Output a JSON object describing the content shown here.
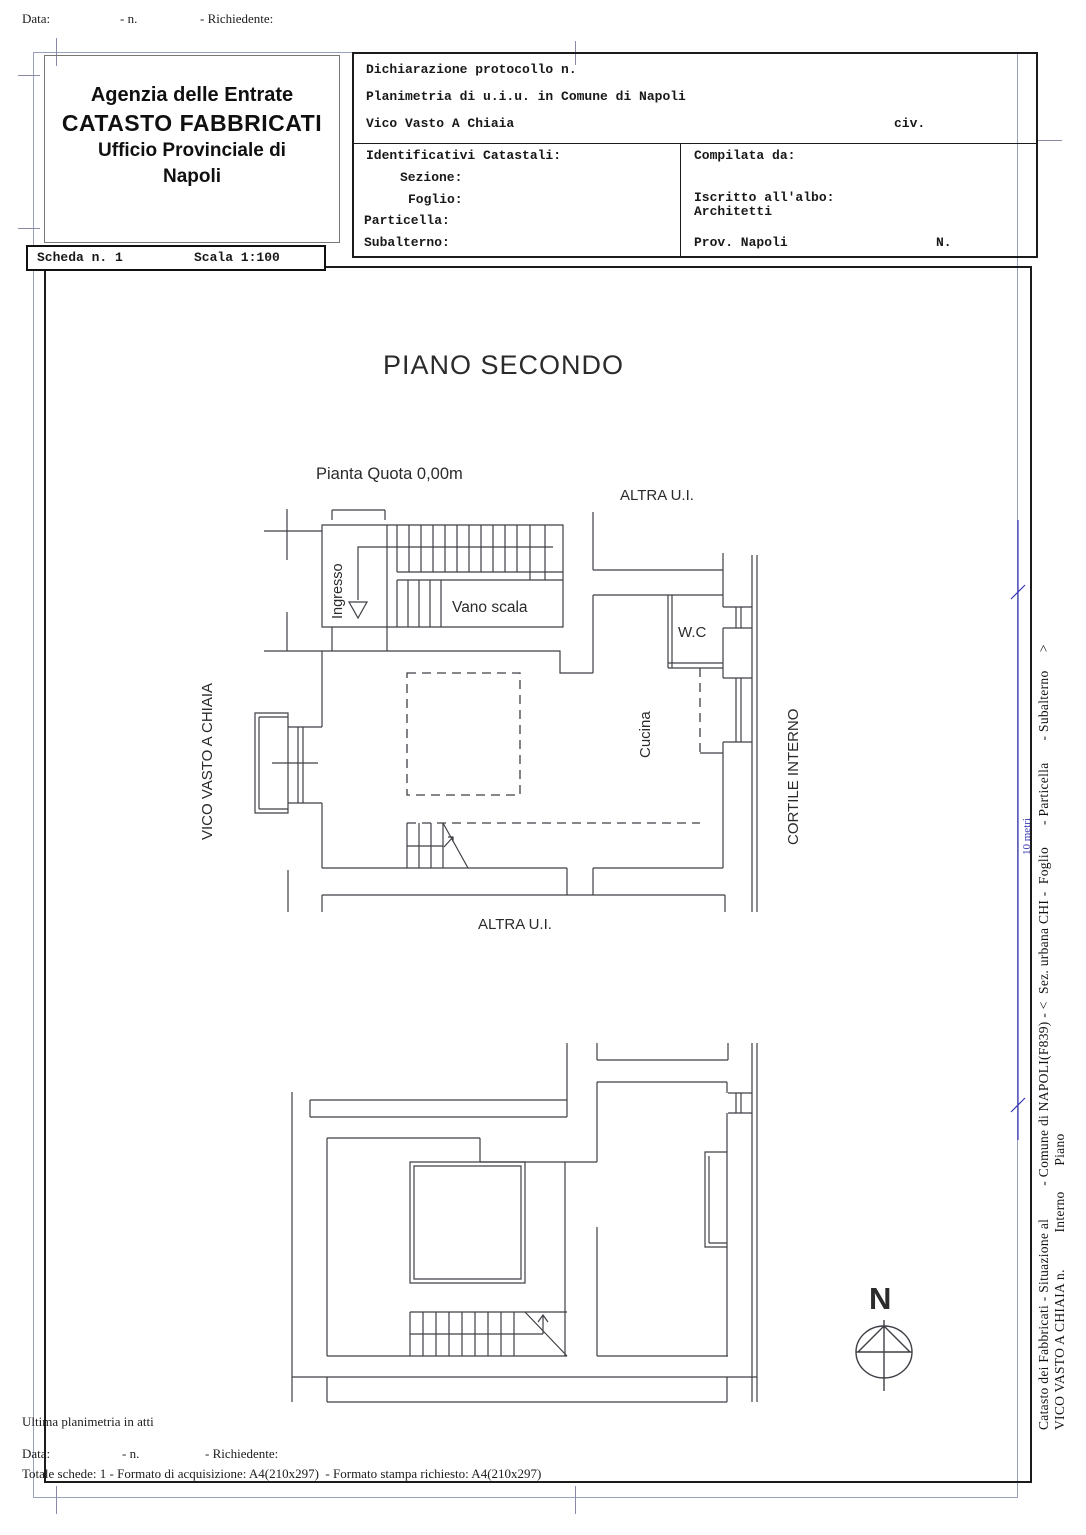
{
  "header": {
    "top_row": {
      "data": "Data:",
      "n": "- n.",
      "richiedente": "- Richiedente:"
    },
    "agency": {
      "line1": "Agenzia delle Entrate",
      "line2": "CATASTO FABBRICATI",
      "line3": "Ufficio Provinciale di",
      "line4": "Napoli"
    },
    "protocol": {
      "dichiarazione": "Dichiarazione protocollo n.",
      "planimetria": "Planimetria di u.i.u. in Comune di Napoli",
      "via": "Vico Vasto A Chiaia",
      "civ": "civ."
    },
    "catastali": {
      "title": "Identificativi Catastali:",
      "sezione": "Sezione:",
      "foglio": "Foglio:",
      "particella": "Particella:",
      "subalterno": "Subalterno:"
    },
    "compilata": {
      "title": "Compilata da:",
      "iscritto": "Iscritto all'albo:",
      "albo": "Architetti",
      "prov": "Prov. Napoli",
      "n": "N."
    },
    "scheda": {
      "scheda": "Scheda n. 1",
      "scala": "Scala 1:100"
    }
  },
  "plan": {
    "title": "PIANO SECONDO",
    "subtitle": "Pianta Quota 0,00m",
    "altra_ui_top": "ALTRA U.I.",
    "altra_ui_bottom": "ALTRA U.I.",
    "street": "VICO VASTO A CHIAIA",
    "cortile": "CORTILE INTERNO",
    "rooms": {
      "ingresso": "Ingresso",
      "vano_scala": "Vano scala",
      "wc": "W.C",
      "cucina": "Cucina"
    },
    "north": "N",
    "scale_bar": "10 metri"
  },
  "side_caption": {
    "line1": "Catasto dei Fabbricati - Situazione al         - Comune di NAPOLI(F839) - <  Sez. urbana CHI -  Foglio      - Particella      - Subalterno     >",
    "line2": "VICO VASTO A CHIAIA n.          Interno       Piano"
  },
  "footer": {
    "ultima": "Ultima planimetria in atti",
    "data": "Data:",
    "n": "- n.",
    "richiedente": "- Richiedente:",
    "totale": "Totale schede: 1 - Formato di acquisizione: A4(210x297)  - Formato stampa richiesto: A4(210x297)"
  },
  "colors": {
    "plan_line": "#3f3f46",
    "frame": "#9aa0c0",
    "accent_blue": "#3a3ab4",
    "ink": "#141414"
  }
}
